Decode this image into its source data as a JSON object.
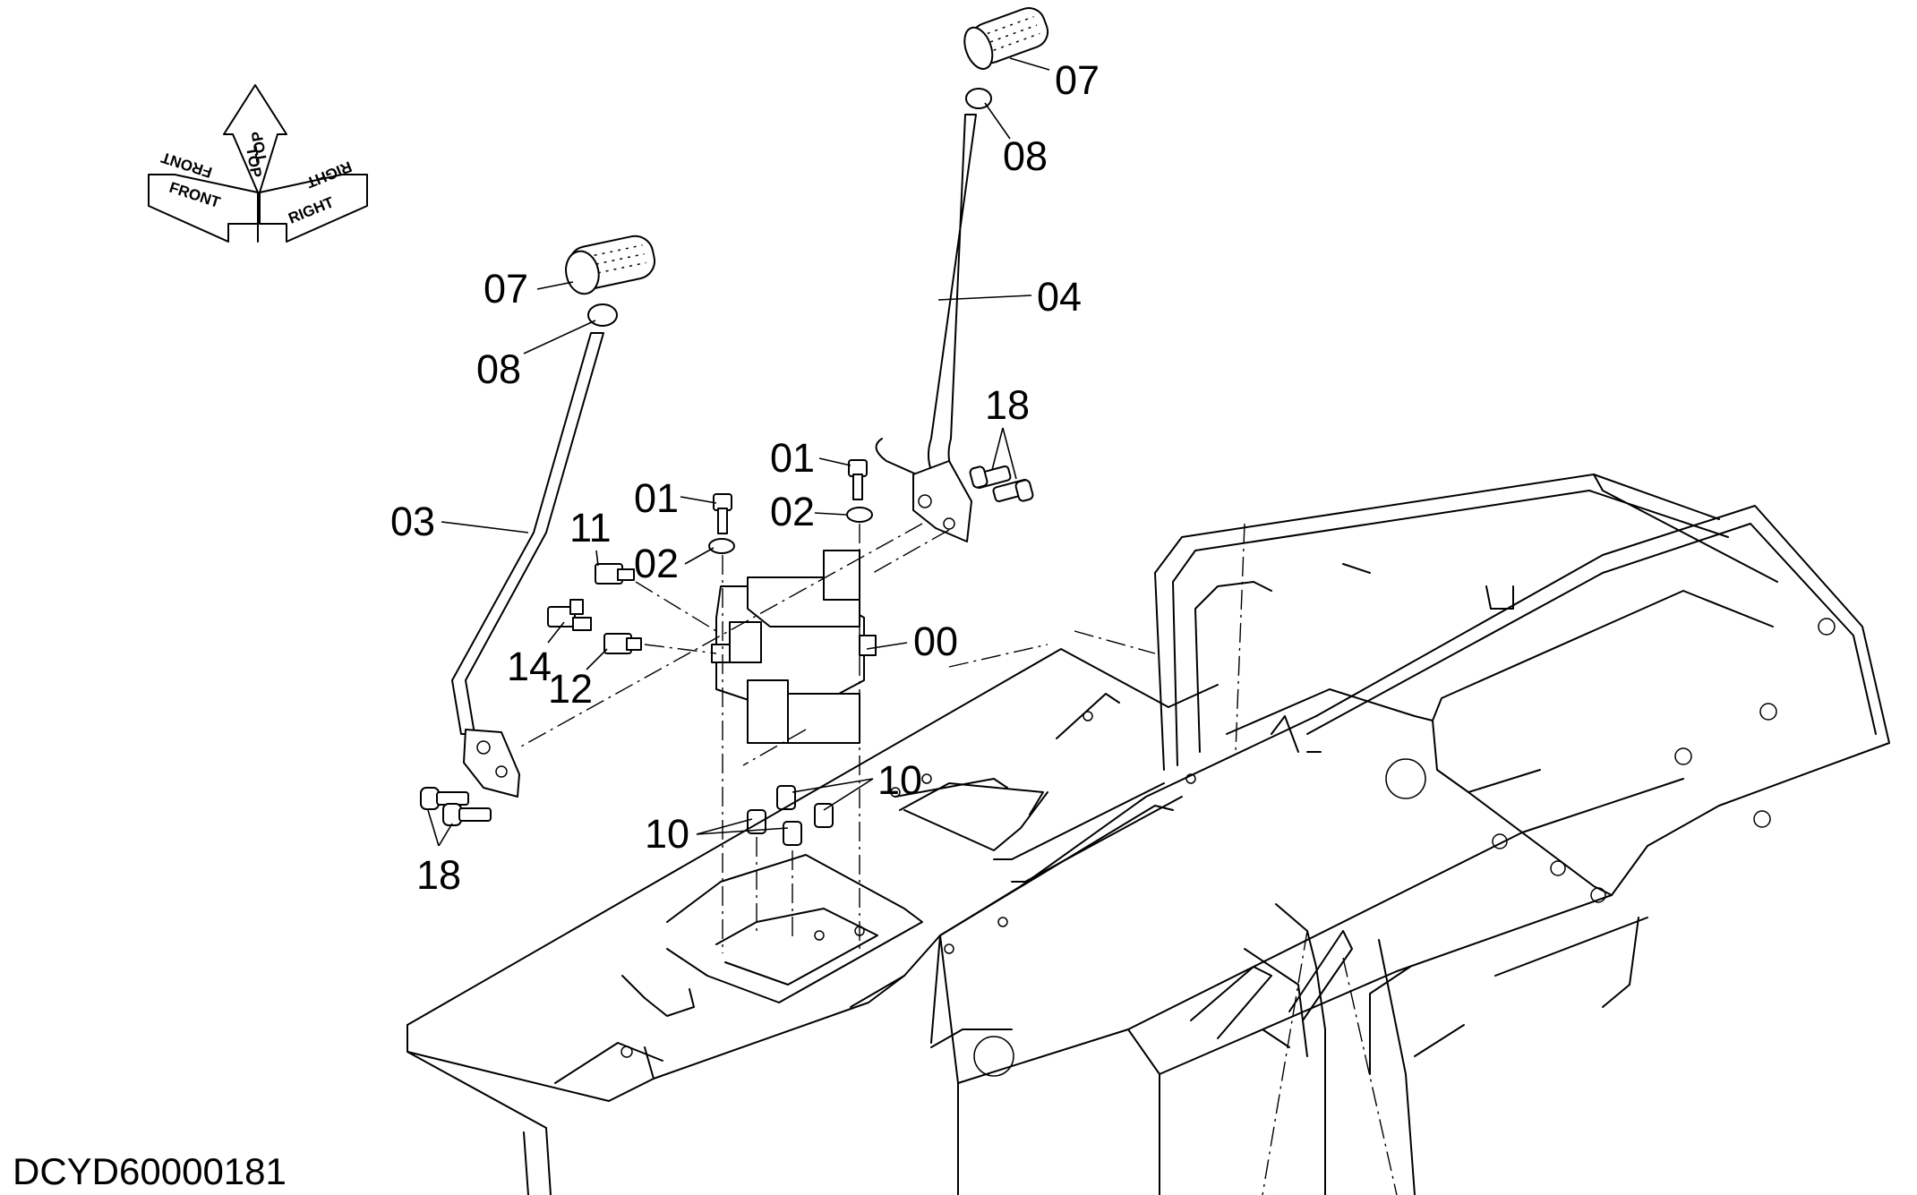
{
  "orientation": {
    "front": "FRONT",
    "top": "TOP",
    "right": "RIGHT"
  },
  "callouts": {
    "c07a": "07",
    "c08a": "08",
    "c04": "04",
    "c18a": "18",
    "c07b": "07",
    "c08b": "08",
    "c01a": "01",
    "c02a": "02",
    "c01b": "01",
    "c02b": "02",
    "c03": "03",
    "c11": "11",
    "c00": "00",
    "c14": "14",
    "c12": "12",
    "c10a": "10",
    "c10b": "10",
    "c18b": "18"
  },
  "document_code": "DCYD60000181"
}
